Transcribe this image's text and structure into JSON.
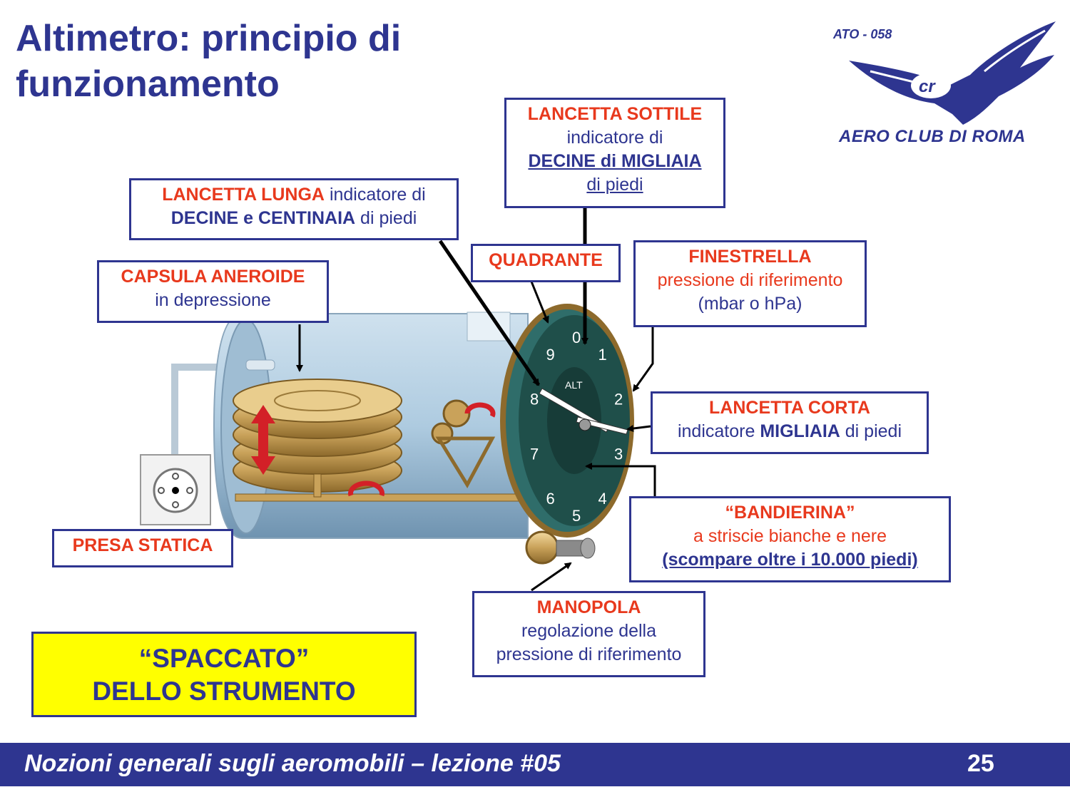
{
  "title": "Altimetro: principio di funzionamento",
  "logo": {
    "code": "ATO - 058",
    "name": "AERO CLUB DI ROMA"
  },
  "labels": {
    "lancetta_sottile": {
      "title": "LANCETTA SOTTILE",
      "line1": "indicatore di",
      "line2": "DECINE di MIGLIAIA",
      "line3": "di piedi"
    },
    "lancetta_lunga": {
      "title": "LANCETTA LUNGA",
      "text1": "indicatore di",
      "bold": "DECINE e CENTINAIA",
      "text2": "di piedi"
    },
    "quadrante": {
      "title": "QUADRANTE"
    },
    "capsula": {
      "title": "CAPSULA ANEROIDE",
      "line1": "in depressione"
    },
    "finestrella": {
      "title": "FINESTRELLA",
      "line1": "pressione di riferimento",
      "line2": "(mbar o hPa)"
    },
    "lancetta_corta": {
      "title": "LANCETTA CORTA",
      "text1": "indicatore",
      "bold": "MIGLIAIA",
      "text2": "di piedi"
    },
    "bandierina": {
      "title": "“BANDIERINA”",
      "line1": "a striscie bianche e nere",
      "line2": "(scompare oltre i 10.000 piedi)"
    },
    "presa_statica": {
      "title": "PRESA STATICA"
    },
    "manopola": {
      "title": "MANOPOLA",
      "line1": "regolazione della",
      "line2": "pressione di riferimento"
    }
  },
  "callout": {
    "line1": "“SPACCATO”",
    "line2": "DELLO STRUMENTO"
  },
  "dial": {
    "label": "ALT",
    "numbers": [
      "0",
      "1",
      "2",
      "3",
      "4",
      "5",
      "6",
      "7",
      "8",
      "9"
    ]
  },
  "footer": {
    "title": "Nozioni generali sugli aeromobili – lezione #05",
    "page": "25"
  },
  "colors": {
    "brand_blue": "#2e3590",
    "label_red": "#e8391d",
    "callout_yellow": "#ffff00",
    "dial_green": "#1f4f4a"
  }
}
